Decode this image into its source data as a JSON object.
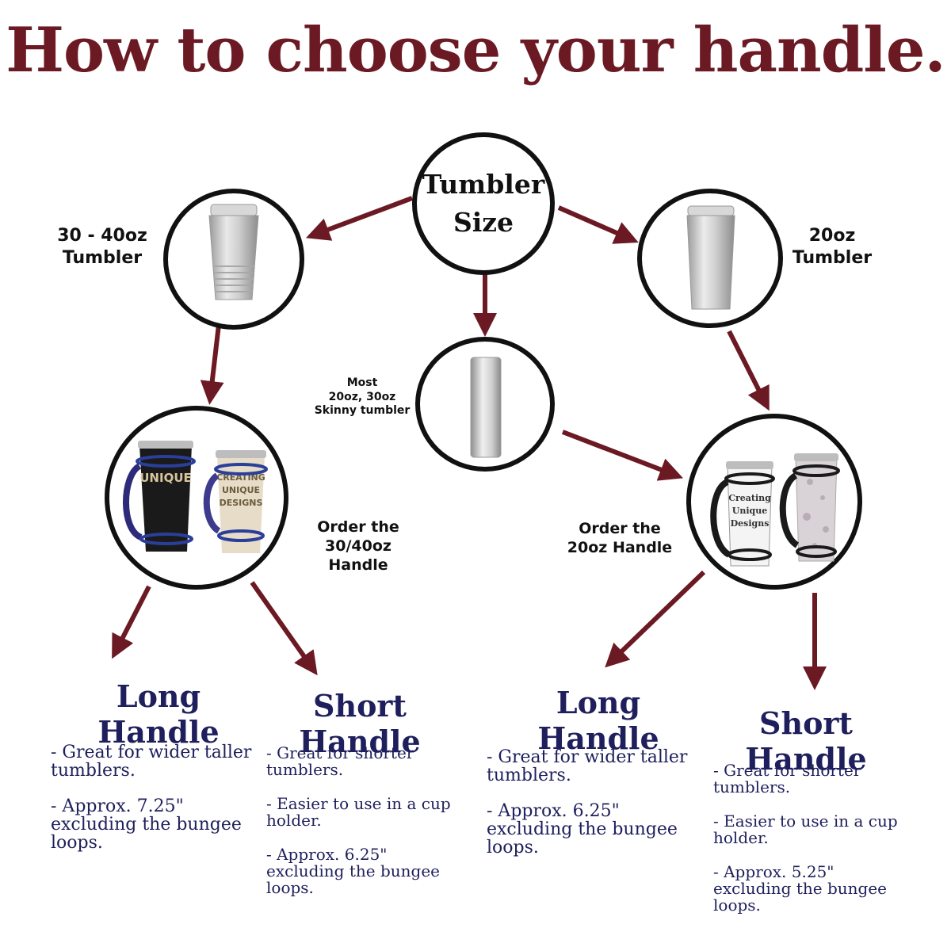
{
  "title": "How to choose your handle.",
  "center": {
    "line1": "Tumbler",
    "line2": "Size"
  },
  "nodes": {
    "left": {
      "line1": "30 - 40oz",
      "line2": "Tumbler"
    },
    "right": {
      "line1": "20oz",
      "line2": "Tumbler"
    },
    "middle": {
      "line1": "Most",
      "line2": "20oz, 30oz",
      "line3": "Skinny tumbler"
    }
  },
  "orders": {
    "left": {
      "line1": "Order the",
      "line2": "30/40oz Handle"
    },
    "right": {
      "line1": "Order the",
      "line2": "20oz Handle"
    }
  },
  "mug_text": {
    "left_black": "UNIQUE",
    "left_white_1": "CREATING",
    "left_white_2": "UNIQUE",
    "left_white_3": "DESIGNS",
    "right_white_1": "Creating",
    "right_white_2": "Unique",
    "right_white_3": "Designs"
  },
  "options": [
    {
      "title": "Long Handle",
      "desc1": "- Great for wider taller tumblers.",
      "desc2": "- Approx. 7.25\" excluding the bungee loops."
    },
    {
      "title": "Short Handle",
      "desc1": "- Great for shorter tumblers.",
      "desc2": "- Easier to use in a cup holder.",
      "desc3": "- Approx. 6.25\" excluding the bungee loops."
    },
    {
      "title": "Long Handle",
      "desc1": "- Great for wider taller tumblers.",
      "desc2": "- Approx. 6.25\" excluding the bungee loops."
    },
    {
      "title": "Short Handle",
      "desc1": "- Great for shorter tumblers.",
      "desc2": "- Easier to use in a cup holder.",
      "desc3": "- Approx. 5.25\" excluding the bungee loops."
    }
  ],
  "colors": {
    "title": "#6b1a24",
    "arrow": "#6b1a24",
    "option_text": "#1e1f5c",
    "outline": "#111111"
  }
}
